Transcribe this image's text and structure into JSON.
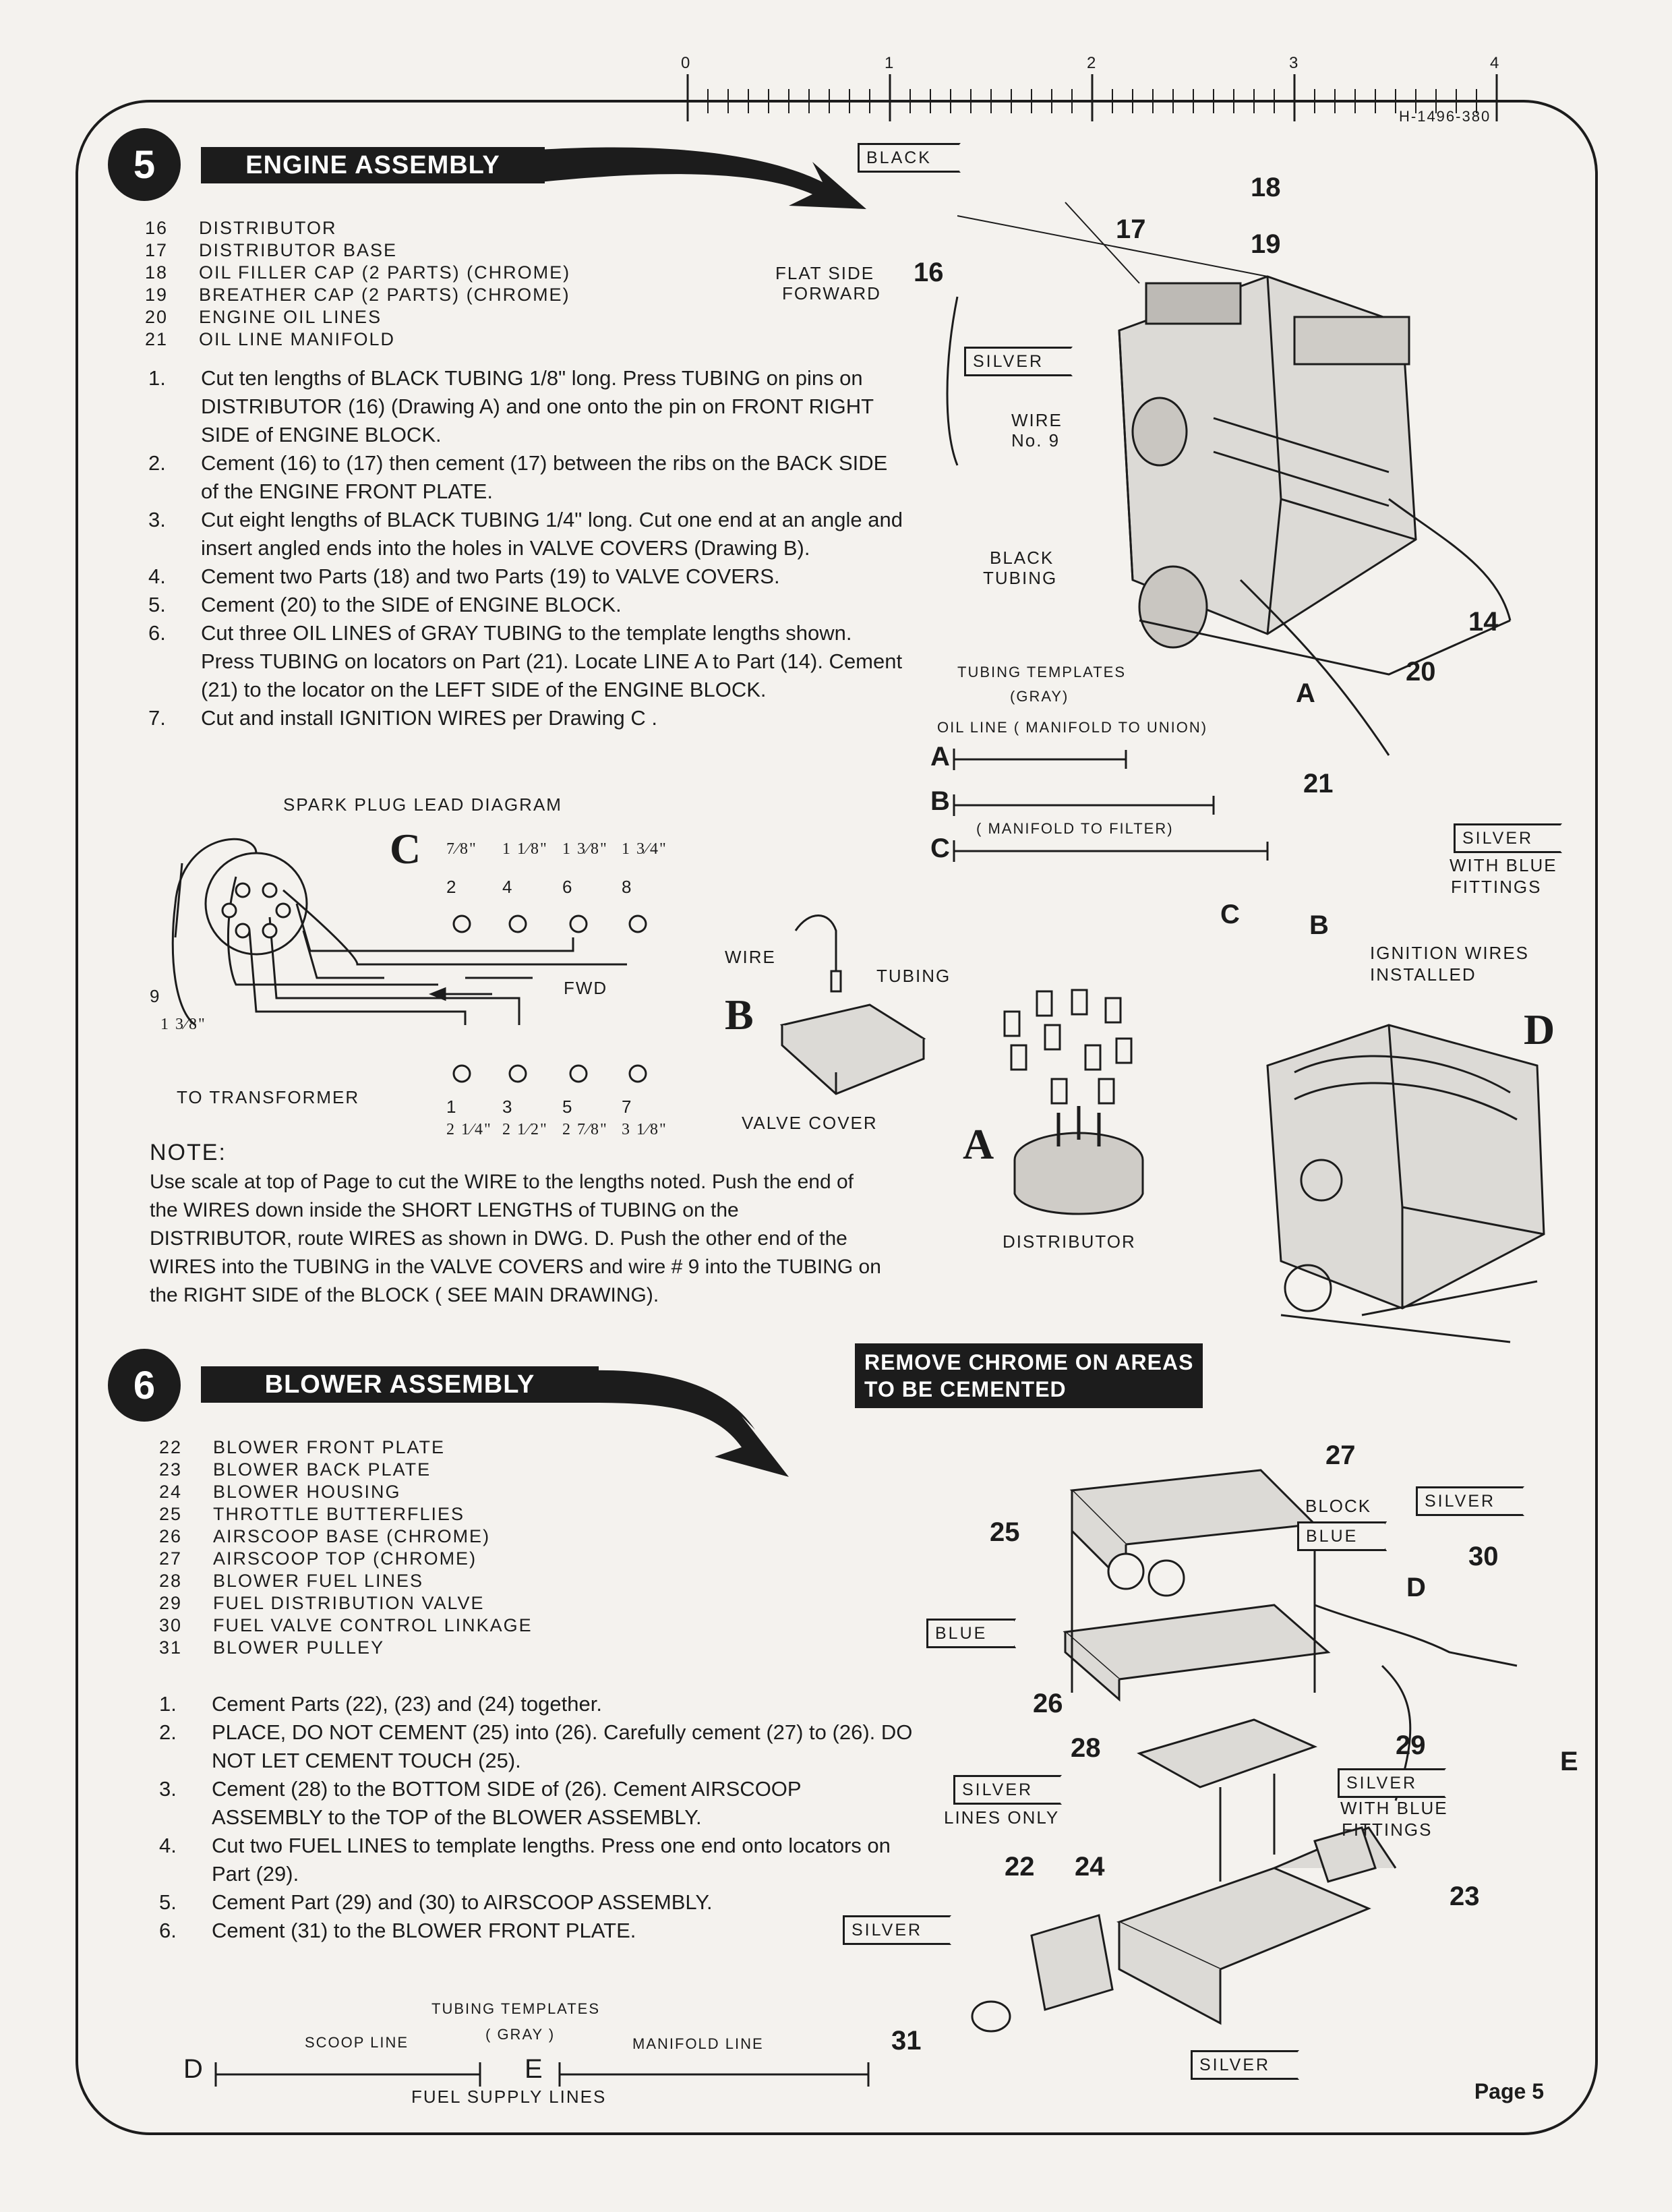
{
  "ruler": {
    "numbers": [
      "0",
      "1",
      "2",
      "3",
      "4"
    ],
    "code": "H-1496-380"
  },
  "section5": {
    "number": "5",
    "title": "ENGINE ASSEMBLY",
    "parts": [
      {
        "num": "16",
        "name": "DISTRIBUTOR"
      },
      {
        "num": "17",
        "name": "DISTRIBUTOR BASE"
      },
      {
        "num": "18",
        "name": "OIL FILLER CAP (2 PARTS) (CHROME)"
      },
      {
        "num": "19",
        "name": "BREATHER CAP (2 PARTS) (CHROME)"
      },
      {
        "num": "20",
        "name": "ENGINE OIL LINES"
      },
      {
        "num": "21",
        "name": "OIL LINE MANIFOLD"
      }
    ],
    "steps": [
      {
        "n": "1.",
        "text": "Cut ten lengths of BLACK TUBING 1/8\" long. Press TUBING on pins on DISTRIBUTOR (16) (Drawing A) and one onto the pin on FRONT RIGHT SIDE of ENGINE BLOCK."
      },
      {
        "n": "2.",
        "text": "Cement (16) to (17) then cement (17) between the ribs on the BACK SIDE of the ENGINE FRONT PLATE."
      },
      {
        "n": "3.",
        "text": "Cut eight lengths of BLACK TUBING 1/4\" long. Cut one end at an angle and insert angled ends into the holes in VALVE COVERS (Drawing B)."
      },
      {
        "n": "4.",
        "text": "Cement two Parts (18) and two Parts (19) to VALVE COVERS."
      },
      {
        "n": "5.",
        "text": "Cement (20) to the SIDE of ENGINE BLOCK."
      },
      {
        "n": "6.",
        "text": "Cut three OIL LINES of GRAY TUBING to the template lengths shown. Press TUBING on locators on Part (21). Locate LINE A to Part (14). Cement (21) to the locator on the LEFT SIDE of the ENGINE BLOCK."
      },
      {
        "n": "7.",
        "text": "Cut and install IGNITION WIRES per Drawing C ."
      }
    ],
    "tags": {
      "black": "BLACK",
      "silver1": "SILVER",
      "silver2": "SILVER"
    },
    "labels": {
      "flat_side": "FLAT SIDE",
      "forward": "FORWARD",
      "wire": "WIRE",
      "no9": "No. 9",
      "black_tubing_1": "BLACK",
      "black_tubing_2": "TUBING",
      "with_blue": "WITH BLUE",
      "fittings": "FITTINGS",
      "ignition_1": "IGNITION WIRES",
      "ignition_2": "INSTALLED"
    },
    "callouts": {
      "c16": "16",
      "c17": "17",
      "c18": "18",
      "c19": "19",
      "c14": "14",
      "c20": "20",
      "c21": "21",
      "cA": "A",
      "cB": "B",
      "cC": "C"
    },
    "templates": {
      "title": "TUBING TEMPLATES",
      "sub": "(GRAY)",
      "oil_line": "OIL LINE ( MANIFOLD TO UNION)",
      "filter": "( MANIFOLD TO FILTER)",
      "A": "A",
      "B": "B",
      "C": "C"
    },
    "spark": {
      "title": "SPARK PLUG LEAD DIAGRAM",
      "letter": "C",
      "top_lengths": [
        "7⁄8\"",
        "1 1⁄8\"",
        "1 3⁄8\"",
        "1 3⁄4\""
      ],
      "top_nums": [
        "2",
        "4",
        "6",
        "8"
      ],
      "bottom_nums": [
        "1",
        "3",
        "5",
        "7"
      ],
      "bottom_lengths": [
        "2 1⁄4\"",
        "2 1⁄2\"",
        "2 7⁄8\"",
        "3 1⁄8\""
      ],
      "nine": "9",
      "nine_len": "1 3⁄8\"",
      "fwd": "FWD",
      "transformer": "TO TRANSFORMER"
    },
    "drawingB": {
      "letter": "B",
      "wire": "WIRE",
      "tubing": "TUBING",
      "valve_cover": "VALVE COVER"
    },
    "drawingA": {
      "letter": "A",
      "distributor": "DISTRIBUTOR"
    },
    "drawingD": {
      "letter": "D"
    },
    "note": {
      "title": "NOTE:",
      "body": "Use scale at top of Page to cut the WIRE to the lengths noted. Push the end of the WIRES down inside the SHORT LENGTHS of TUBING on the DISTRIBUTOR, route WIRES as shown in DWG. D. Push the other end of the WIRES into the TUBING in the VALVE COVERS and wire # 9 into the TUBING on the RIGHT SIDE of the BLOCK ( SEE MAIN DRAWING)."
    }
  },
  "section6": {
    "number": "6",
    "title": "BLOWER ASSEMBLY",
    "parts": [
      {
        "num": "22",
        "name": "BLOWER FRONT PLATE"
      },
      {
        "num": "23",
        "name": "BLOWER BACK PLATE"
      },
      {
        "num": "24",
        "name": "BLOWER HOUSING"
      },
      {
        "num": "25",
        "name": "THROTTLE BUTTERFLIES"
      },
      {
        "num": "26",
        "name": "AIRSCOOP BASE (CHROME)"
      },
      {
        "num": "27",
        "name": "AIRSCOOP TOP (CHROME)"
      },
      {
        "num": "28",
        "name": "BLOWER FUEL LINES"
      },
      {
        "num": "29",
        "name": "FUEL DISTRIBUTION VALVE"
      },
      {
        "num": "30",
        "name": "FUEL VALVE CONTROL LINKAGE"
      },
      {
        "num": "31",
        "name": "BLOWER PULLEY"
      }
    ],
    "steps": [
      {
        "n": "1.",
        "text": "Cement Parts (22), (23) and (24) together."
      },
      {
        "n": "2.",
        "text": "PLACE, DO NOT CEMENT (25) into (26). Carefully cement (27) to (26). DO NOT LET CEMENT TOUCH (25)."
      },
      {
        "n": "3.",
        "text": "Cement (28) to the BOTTOM SIDE of (26). Cement AIRSCOOP ASSEMBLY to the TOP of the BLOWER ASSEMBLY."
      },
      {
        "n": "4.",
        "text": "Cut two FUEL LINES to template lengths. Press one end onto locators on Part (29)."
      },
      {
        "n": "5.",
        "text": "Cement Part (29) and (30) to AIRSCOOP ASSEMBLY."
      },
      {
        "n": "6.",
        "text": "Cement (31) to the BLOWER FRONT PLATE."
      }
    ],
    "remove_chrome_1": "REMOVE CHROME ON AREAS",
    "remove_chrome_2": "TO BE CEMENTED",
    "tags": {
      "silver_top": "SILVER",
      "blue_block": "BLUE",
      "blue_left": "BLUE",
      "silver_lines": "SILVER",
      "silver_29": "SILVER",
      "silver_31": "SILVER",
      "silver_bottom": "SILVER"
    },
    "labels": {
      "block": "BLOCK",
      "lines_only": "LINES ONLY",
      "with_blue": "WITH BLUE",
      "fittings": "FITTINGS"
    },
    "callouts": {
      "c22": "22",
      "c23": "23",
      "c24": "24",
      "c25": "25",
      "c26": "26",
      "c27": "27",
      "c28": "28",
      "c29": "29",
      "c30": "30",
      "c31": "31",
      "cD": "D",
      "cE": "E"
    },
    "templates": {
      "title": "TUBING TEMPLATES",
      "sub": "( GRAY )",
      "scoop": "SCOOP LINE",
      "manifold": "MANIFOLD LINE",
      "D": "D",
      "E": "E",
      "fuel": "FUEL SUPPLY LINES"
    }
  },
  "page_label": "Page 5"
}
